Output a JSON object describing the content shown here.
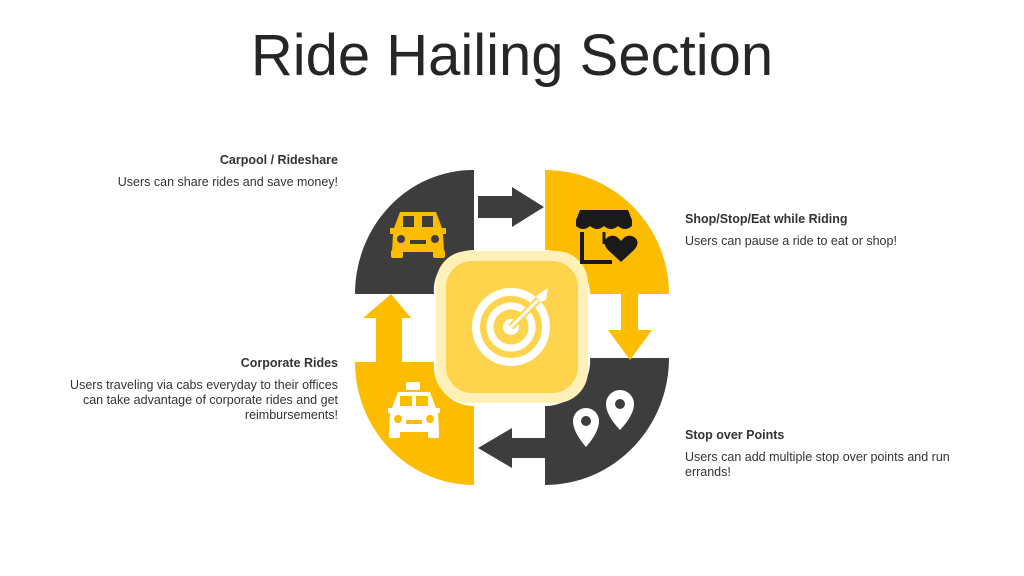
{
  "title": "Ride Hailing Section",
  "colors": {
    "dark": "#3d3d3d",
    "yellow": "#fcbd00",
    "center_outer": "#fff1b8",
    "center_inner": "#ffd44d"
  },
  "items": [
    {
      "heading": "Carpool / Rideshare",
      "description": "Users can share rides and save money!",
      "icon": "car-icon"
    },
    {
      "heading": "Shop/Stop/Eat while Riding",
      "description": "Users can pause a ride to eat or shop!",
      "icon": "shop-heart-icon"
    },
    {
      "heading": "Stop over Points",
      "description": "Users can add multiple stop over points and run errands!",
      "icon": "location-pins-icon"
    },
    {
      "heading": "Corporate Rides",
      "description": "Users traveling via cabs everyday to their offices can take advantage of corporate rides and get reimbursements!",
      "icon": "taxi-icon"
    }
  ],
  "center_icon": "target-icon"
}
